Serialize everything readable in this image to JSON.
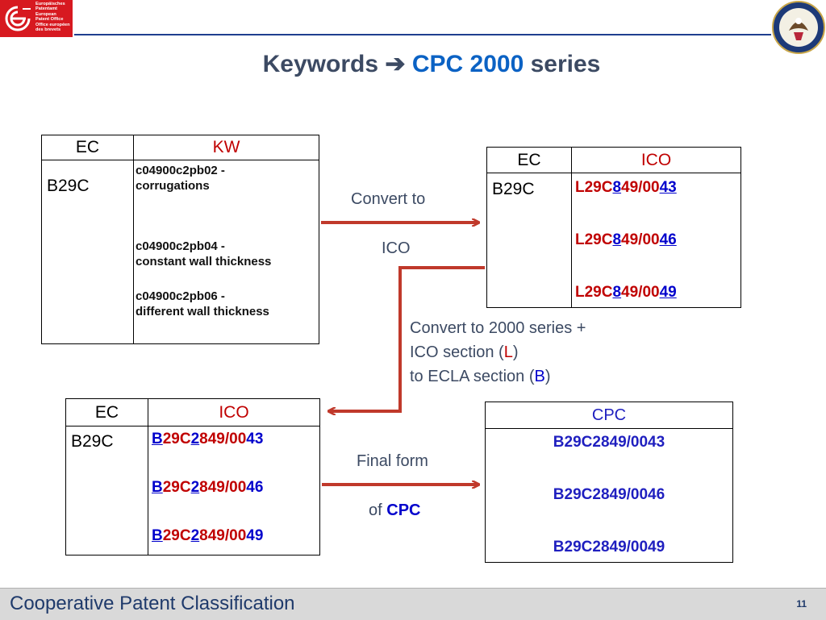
{
  "header": {
    "epo_logo_lines": [
      "Europäisches",
      "Patentamt",
      "European",
      "Patent Office",
      "Office européen",
      "des brevets"
    ],
    "title_prefix": "Keywords",
    "title_arrow": "➔",
    "title_highlight": "CPC 2000",
    "title_suffix": "series"
  },
  "table_kw": {
    "col1": "EC",
    "col2": "KW",
    "ec": "B29C",
    "keywords": [
      {
        "code": "c04900c2pb02 -",
        "desc": "corrugations"
      },
      {
        "code": "c04900c2pb04 -",
        "desc": "constant wall thickness"
      },
      {
        "code": "c04900c2pb06 -",
        "desc": "different wall thickness"
      }
    ]
  },
  "table_ico1": {
    "col1": "EC",
    "col2": "ICO",
    "ec": "B29C",
    "codes": [
      {
        "p1": "L",
        "p2": "29C",
        "p3": "8",
        "p4": "49/00",
        "p5": "43"
      },
      {
        "p1": "L",
        "p2": "29C",
        "p3": "8",
        "p4": "49/00",
        "p5": "46"
      },
      {
        "p1": "L",
        "p2": "29C",
        "p3": "8",
        "p4": "49/00",
        "p5": "49"
      }
    ]
  },
  "table_ico2": {
    "col1": "EC",
    "col2": "ICO",
    "ec": "B29C",
    "codes": [
      {
        "p1": "B",
        "p2": "29C",
        "p3": "2",
        "p4": "849/00",
        "p5": "43"
      },
      {
        "p1": "B",
        "p2": "29C",
        "p3": "2",
        "p4": "849/00",
        "p5": "46"
      },
      {
        "p1": "B",
        "p2": "29C",
        "p3": "2",
        "p4": "849/00",
        "p5": "49"
      }
    ]
  },
  "table_cpc": {
    "header": "CPC",
    "codes": [
      "B29C2849/0043",
      "B29C2849/0046",
      "B29C2849/0049"
    ]
  },
  "labels": {
    "convert_to": "Convert to",
    "ico": "ICO",
    "note_line1": "Convert to 2000 series +",
    "note_line2_a": "ICO section (",
    "note_line2_b": "L",
    "note_line2_c": ")",
    "note_line3_a": "to ECLA section (",
    "note_line3_b": "B",
    "note_line3_c": ")",
    "final_form": "Final form",
    "of": "of ",
    "cpc": "CPC"
  },
  "footer": {
    "text": "Cooperative Patent Classification",
    "page": "11"
  },
  "colors": {
    "epo_red": "#d71920",
    "arrow_red": "#c0392b",
    "title_blue": "#0b62c4",
    "code_red": "#c00000",
    "code_blue": "#0000cc"
  }
}
